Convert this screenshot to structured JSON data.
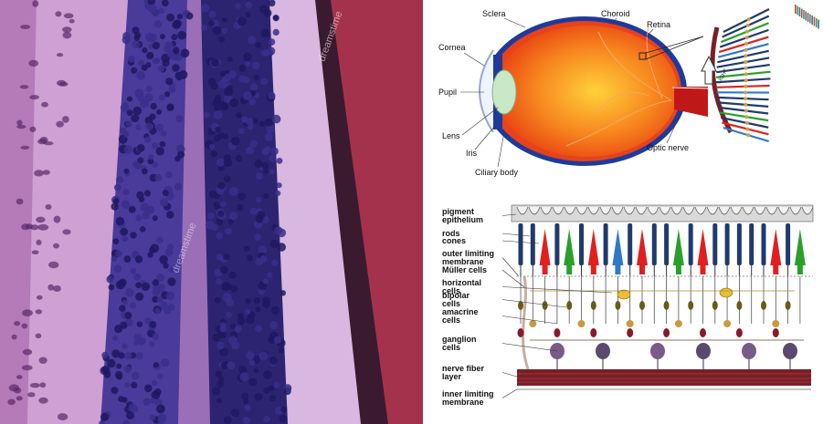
{
  "micrograph": {
    "watermark": "dreamstime"
  },
  "eye_diagram": {
    "labels": {
      "sclera": "Sclera",
      "choroid": "Choroid",
      "retina": "Retina",
      "cornea": "Cornea",
      "pupil": "Pupil",
      "lens": "Lens",
      "iris": "Iris",
      "ciliary_body": "Ciliary body",
      "optic_nerve": "Optic nerve",
      "light": "LIGHT"
    }
  },
  "retina_layers": {
    "labels": [
      {
        "key": "pigment_epithelium",
        "lines": [
          "pigment",
          "epithelium"
        ]
      },
      {
        "key": "rods",
        "lines": [
          "rods"
        ]
      },
      {
        "key": "cones",
        "lines": [
          "cones"
        ]
      },
      {
        "key": "outer_limiting_membrane",
        "lines": [
          "outer limiting",
          "membrane"
        ]
      },
      {
        "key": "muller_cells",
        "lines": [
          "Müller cells"
        ]
      },
      {
        "key": "horizontal_cells",
        "lines": [
          "horizontal",
          "cells"
        ]
      },
      {
        "key": "bipolar_cells",
        "lines": [
          "bipolar",
          "cells"
        ]
      },
      {
        "key": "amacrine_cells",
        "lines": [
          "amacrine",
          "cells"
        ]
      },
      {
        "key": "ganglion_cells",
        "lines": [
          "ganglion",
          "cells"
        ]
      },
      {
        "key": "nerve_fiber_layer",
        "lines": [
          "nerve fiber",
          "layer"
        ]
      },
      {
        "key": "inner_limiting_membrane",
        "lines": [
          "inner limiting",
          "membrane"
        ]
      }
    ],
    "cone_colors": [
      "#e02020",
      "#2aa02a",
      "#2f78c8"
    ],
    "rod_color": "#1f3a6b",
    "nerve_fiber_color": "#7a1f25"
  },
  "colors": {
    "stain_pink": "#c58fc8",
    "stain_purple": "#8b4fa3",
    "nuclei_blue": "#2a1f6e",
    "eye_orange": "#f26a1b",
    "sclera_blue": "#1e3a9c"
  }
}
